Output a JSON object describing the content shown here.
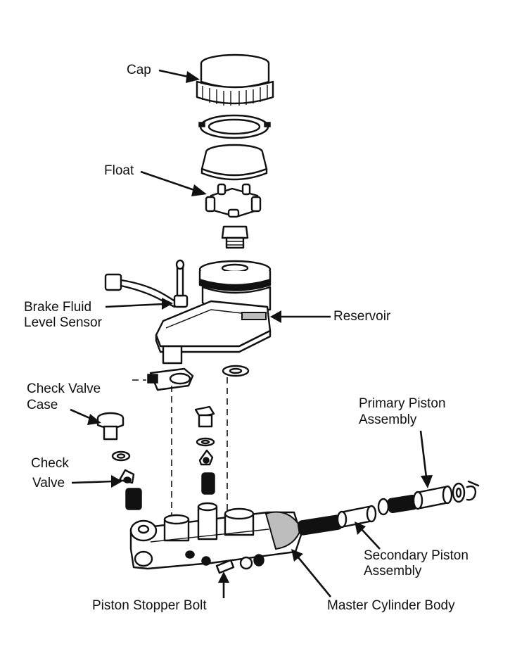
{
  "labels": {
    "cap": "Cap",
    "float": "Float",
    "brake_fluid_line1": "Brake Fluid",
    "brake_fluid_line2": "Level Sensor",
    "reservoir": "Reservoir",
    "check_valve_case_line1": "Check Valve",
    "check_valve_case_line2": "Case",
    "check_valve_line1": "Check",
    "check_valve_line2": "Valve",
    "primary_line1": "Primary Piston",
    "primary_line2": "Assembly",
    "secondary_line1": "Secondary Piston",
    "secondary_line2": "Assembly",
    "piston_stopper_bolt": "Piston Stopper Bolt",
    "master_cylinder_body": "Master Cylinder Body"
  },
  "colors": {
    "ink": "#111111",
    "background": "#ffffff",
    "shade": "#bdbdbd"
  }
}
